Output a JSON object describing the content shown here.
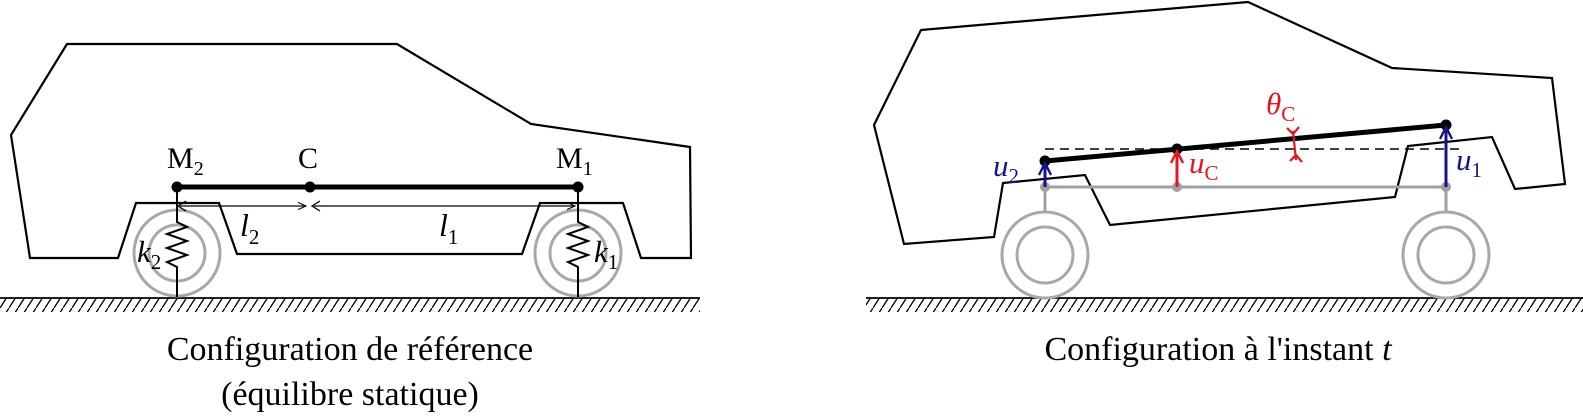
{
  "left_panel": {
    "caption_line1": "Configuration de référence",
    "caption_line2": "(équilibre statique)",
    "points": {
      "m2": "M",
      "m2_sub": "2",
      "c": "C",
      "m1": "M",
      "m1_sub": "1"
    },
    "lengths": {
      "l2": "l",
      "l2_sub": "2",
      "l1": "l",
      "l1_sub": "1"
    },
    "springs": {
      "k2": "k",
      "k2_sub": "2",
      "k1": "k",
      "k1_sub": "1"
    }
  },
  "right_panel": {
    "caption": "Configuration à l'instant ",
    "caption_var": "t",
    "labels": {
      "u2": "u",
      "u2_sub": "2",
      "uc": "u",
      "uc_sub": "C",
      "u1": "u",
      "u1_sub": "1",
      "theta": "θ",
      "theta_sub": "C"
    }
  },
  "colors": {
    "outline": "#000000",
    "reference_gray": "#a0a0a0",
    "wheel_gray": "#a8a8a8",
    "blue": "#14148c",
    "red": "#e8141e"
  }
}
